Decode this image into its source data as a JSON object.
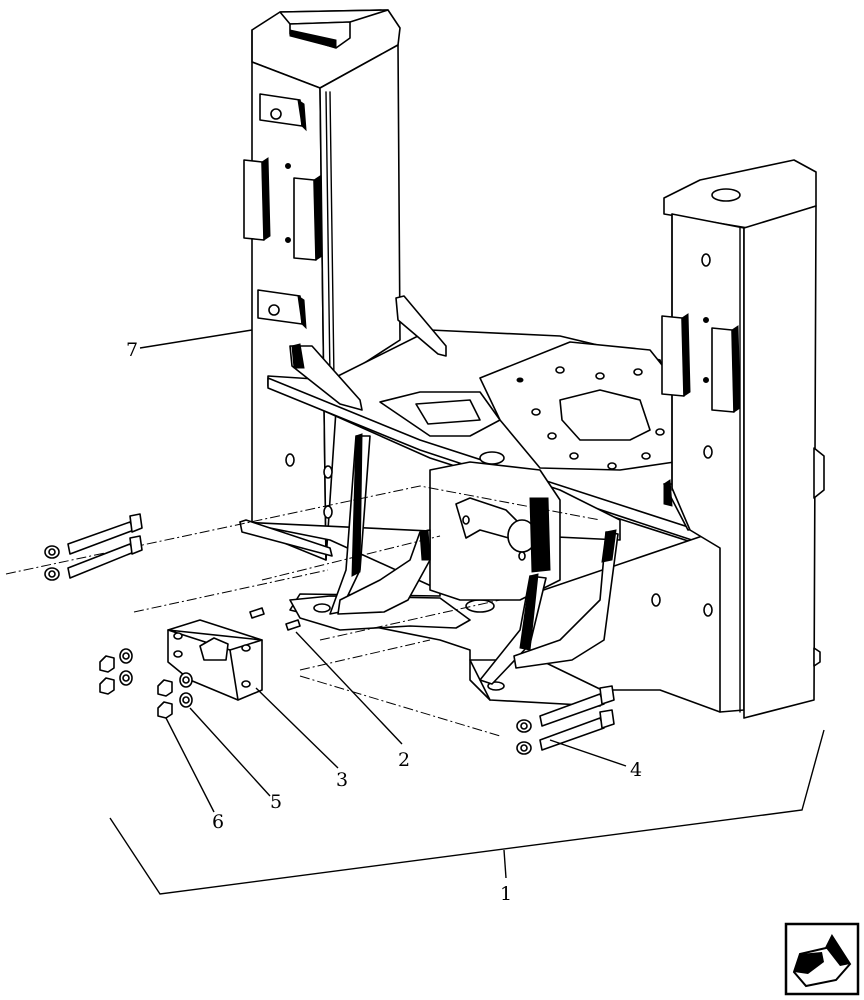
{
  "callouts": {
    "c1": "1",
    "c2": "2",
    "c3": "3",
    "c4": "4",
    "c5": "5",
    "c6": "6",
    "c7": "7"
  },
  "nav_icon": "next-page-arrow-icon"
}
